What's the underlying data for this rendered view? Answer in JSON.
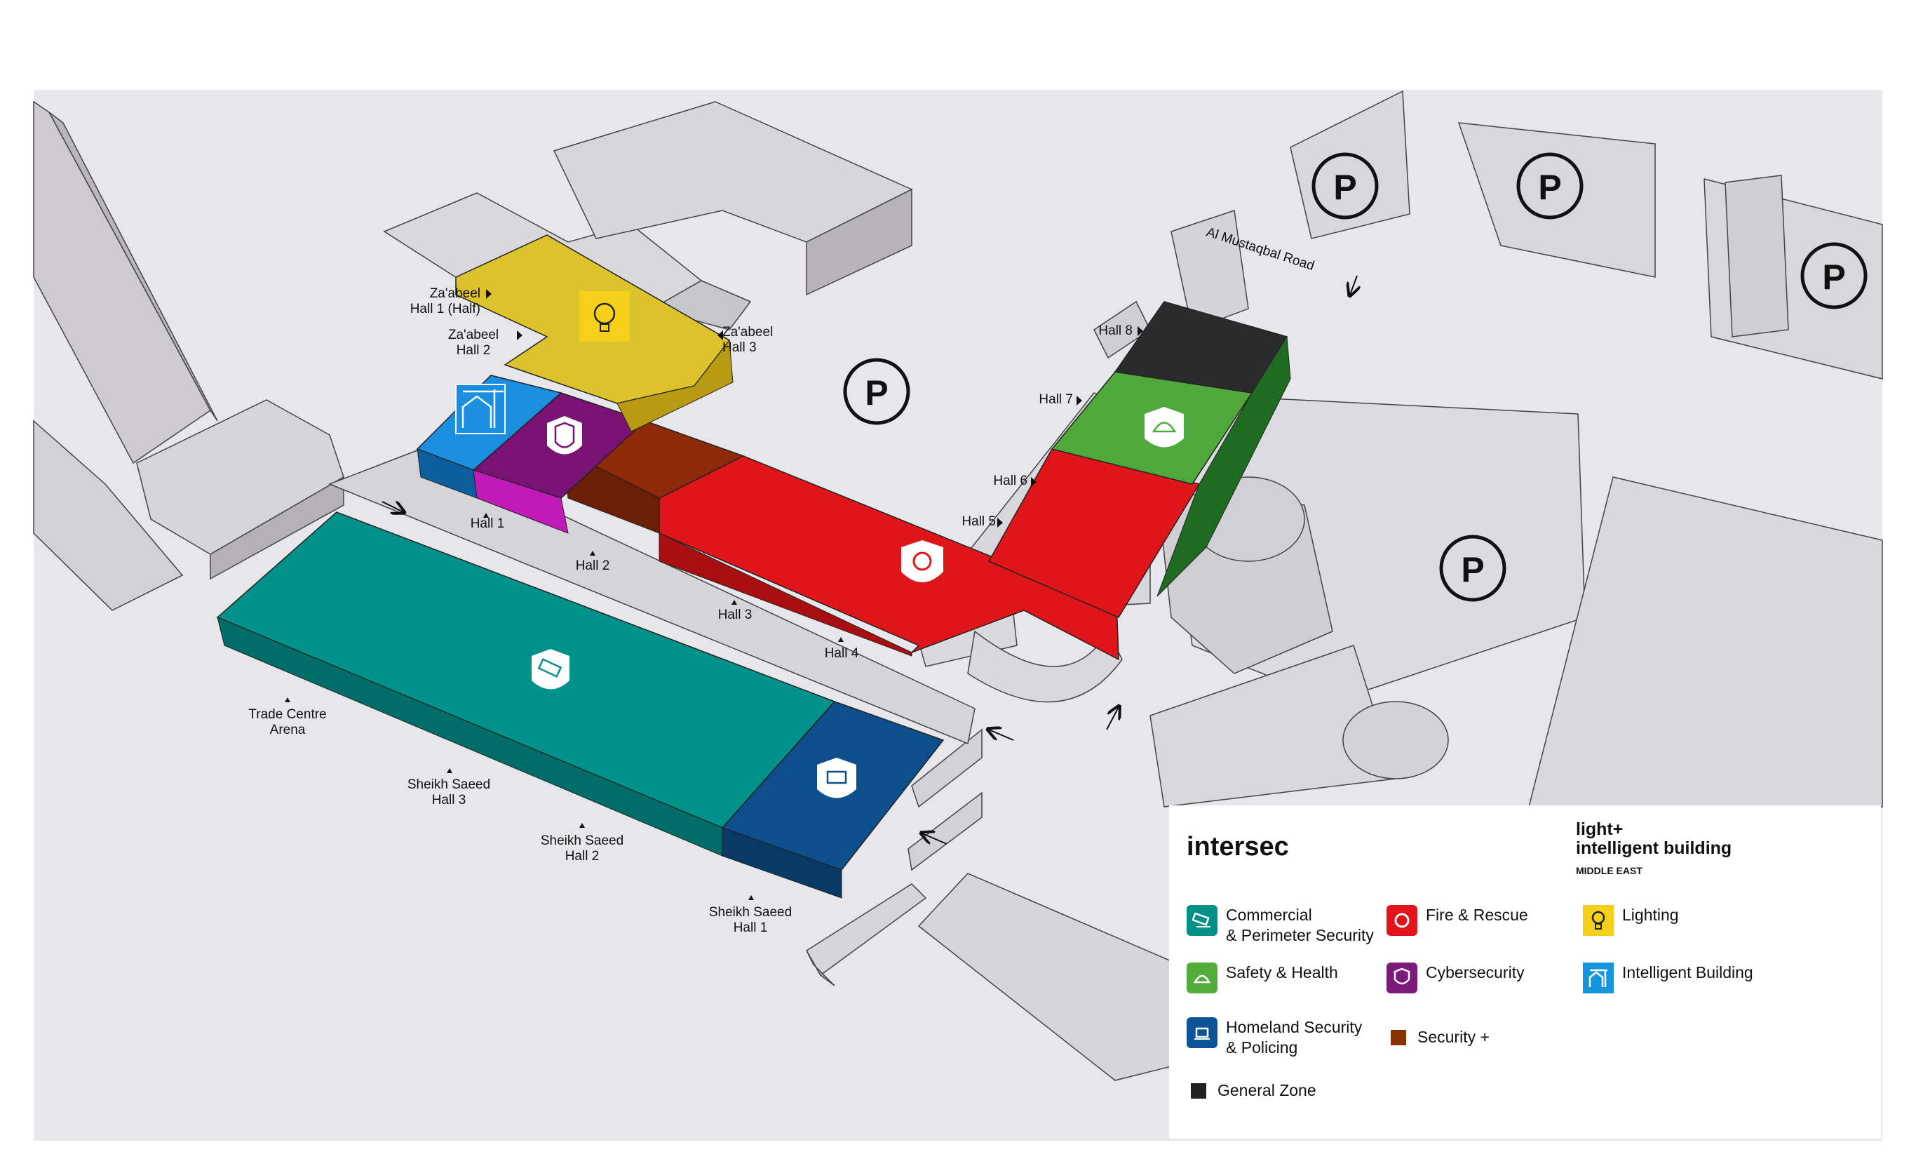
{
  "hall_labels": {
    "zaabeel_hall1": "Za'abeel\nHall 1 (Half)",
    "zaabeel_hall2": "Za'abeel\nHall 2",
    "zaabeel_hall3": "Za'abeel\nHall 3",
    "hall1": "Hall 1",
    "hall2": "Hall 2",
    "hall3": "Hall 3",
    "hall4": "Hall 4",
    "hall5": "Hall 5",
    "hall6": "Hall 6",
    "hall7": "Hall 7",
    "hall8": "Hall 8",
    "trade_centre_arena": "Trade Centre\nArena",
    "sheikh_saeed_hall3": "Sheikh Saeed\nHall 3",
    "sheikh_saeed_hall2": "Sheikh Saeed\nHall 2",
    "sheikh_saeed_hall1": "Sheikh Saeed\nHall 1",
    "road": "Al Mustaqbal Road"
  },
  "parking_symbol": "P",
  "legend": {
    "intersec_title": "intersec",
    "lib_title_line1": "light+",
    "lib_title_line2": "intelligent building",
    "lib_subtitle": "MIDDLE EAST",
    "items": [
      {
        "label": "Commercial\n& Perimeter Security",
        "color": "#009088",
        "icon": "cctv-camera-icon"
      },
      {
        "label": "Fire & Rescue",
        "color": "#e3131b",
        "icon": "fire-alarm-icon"
      },
      {
        "label": "Lighting",
        "color": "#f4d01b",
        "icon": "light-bulb-icon"
      },
      {
        "label": "Safety & Health",
        "color": "#52ad3b",
        "icon": "helmet-icon"
      },
      {
        "label": "Cybersecurity",
        "color": "#7b1a78",
        "icon": "shield-icon"
      },
      {
        "label": "Intelligent Building",
        "color": "#1596dc",
        "icon": "smart-building-icon"
      },
      {
        "label": "Homeland Security\n& Policing",
        "color": "#0c5297",
        "icon": "police-siren-icon"
      },
      {
        "label": "Security +",
        "color": "#8b3300",
        "icon": "square"
      },
      {
        "label": "General Zone",
        "color": "#222222",
        "icon": "square"
      }
    ]
  },
  "zone_colors": {
    "commercial": "#00918b",
    "homeland": "#0d4f8c",
    "fire": "#e01519",
    "cyber": "#7a1274",
    "security_plus": "#8f2a08",
    "lighting": "#dcc22c",
    "intelligent": "#1a8fe0",
    "safety": "#4ea93a",
    "general": "#2b2b2b"
  }
}
